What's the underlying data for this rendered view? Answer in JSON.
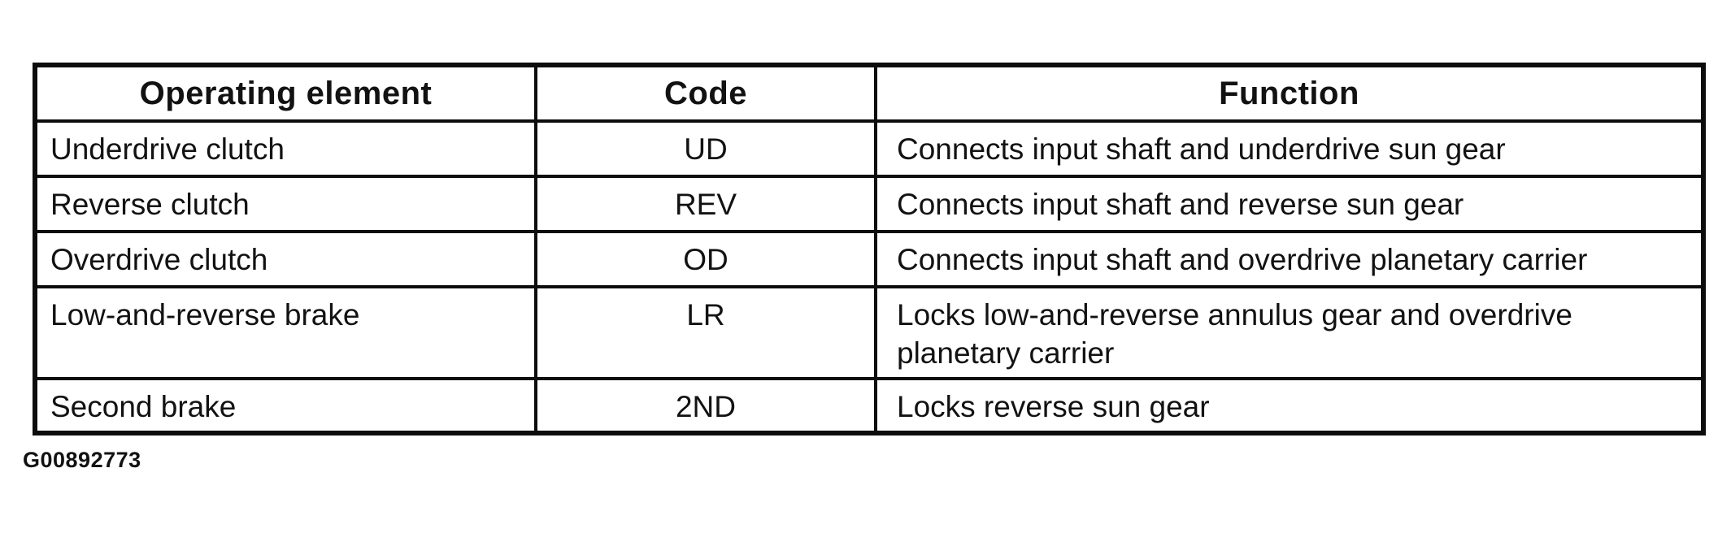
{
  "colors": {
    "ink": "#0d0d0d",
    "paper": "#ffffff"
  },
  "table": {
    "headers": [
      "Operating element",
      "Code",
      "Function"
    ],
    "rows": [
      {
        "element": "Underdrive clutch",
        "code": "UD",
        "function": "Connects input shaft and underdrive sun gear"
      },
      {
        "element": "Reverse clutch",
        "code": "REV",
        "function": "Connects input shaft and reverse sun gear"
      },
      {
        "element": "Overdrive clutch",
        "code": "OD",
        "function": "Connects input shaft and overdrive planetary carrier"
      },
      {
        "element": "Low-and-reverse brake",
        "code": "LR",
        "function": "Locks low-and-reverse annulus gear and overdrive planetary carrier"
      },
      {
        "element": "Second brake",
        "code": "2ND",
        "function": "Locks reverse sun gear"
      }
    ]
  },
  "caption": {
    "figure_id": "G00892773"
  }
}
